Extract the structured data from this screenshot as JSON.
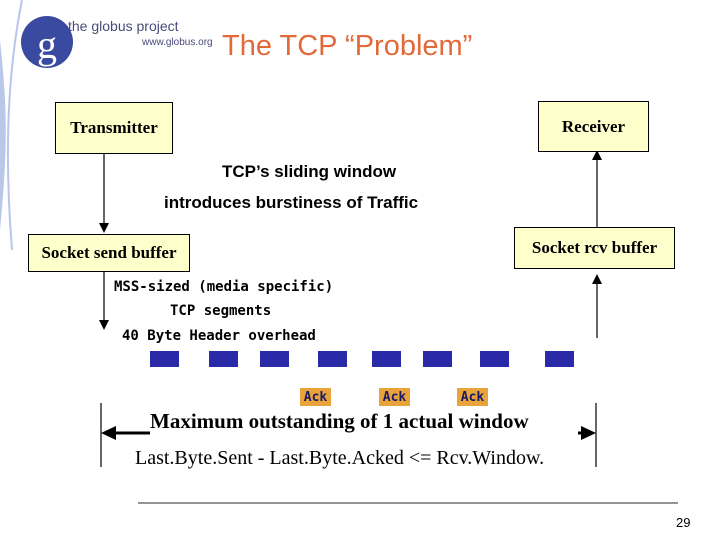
{
  "header": {
    "logo_name": "the globus project",
    "logo_url": "www.globus.org",
    "logo_glyph": "g",
    "title": "The TCP “Problem”"
  },
  "boxes": {
    "transmitter": "Transmitter",
    "receiver": "Receiver",
    "send_buffer": "Socket send buffer",
    "rcv_buffer": "Socket rcv buffer"
  },
  "sliding_window": {
    "line1": "TCP’s sliding window",
    "line2": "introduces burstiness of Traffic"
  },
  "segments": {
    "line1": "MSS-sized (media specific)",
    "line2": "TCP segments",
    "line3": "40 Byte Header overhead"
  },
  "acks": [
    "Ack",
    "Ack",
    "Ack"
  ],
  "window": {
    "caption": "Maximum outstanding of 1 actual window",
    "formula": "Last.Byte.Sent - Last.Byte.Acked <= Rcv.Window."
  },
  "page_number": "29",
  "colors": {
    "title": "#e26a3a",
    "box_fill": "#ffffcc",
    "segment_fill": "#2a2aa8",
    "ack_fill": "#e8a33a",
    "logo_blue": "#3a4aa0"
  }
}
